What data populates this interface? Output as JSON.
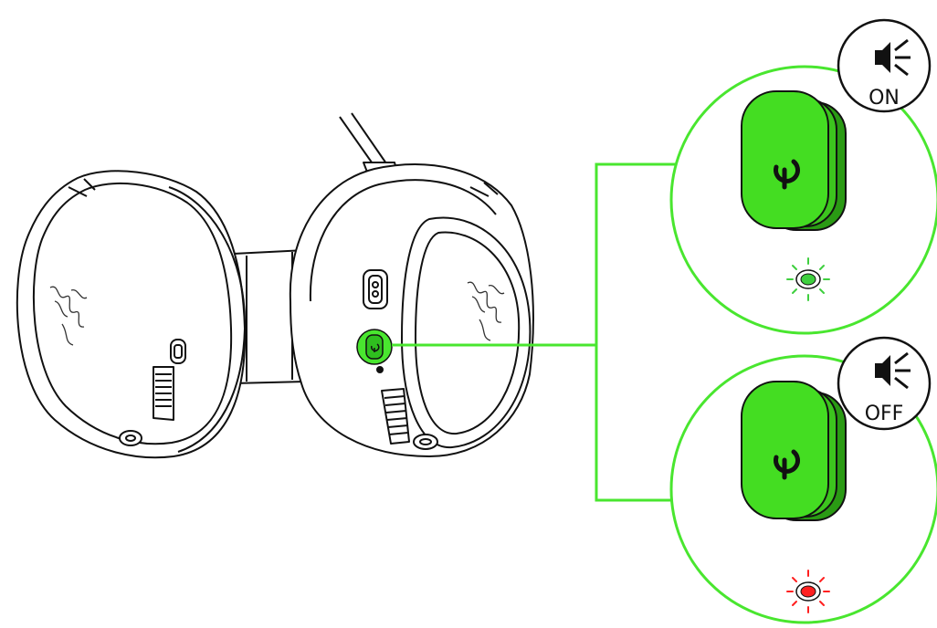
{
  "colors": {
    "accent_green": "#49e62f",
    "button_green": "#44dd22",
    "button_green_dark": "#2a9a14",
    "led_on": "#3fcf3f",
    "led_off": "#ff2020",
    "line": "#111111"
  },
  "callouts": [
    {
      "id": "on",
      "status_label": "ON",
      "icon": "speaker-icon",
      "led_color": "#3fcf3f",
      "ray_color": "#3fcf3f"
    },
    {
      "id": "off",
      "status_label": "OFF",
      "icon": "speaker-icon",
      "led_color": "#ff2020",
      "ray_color": "#ff2020"
    }
  ]
}
